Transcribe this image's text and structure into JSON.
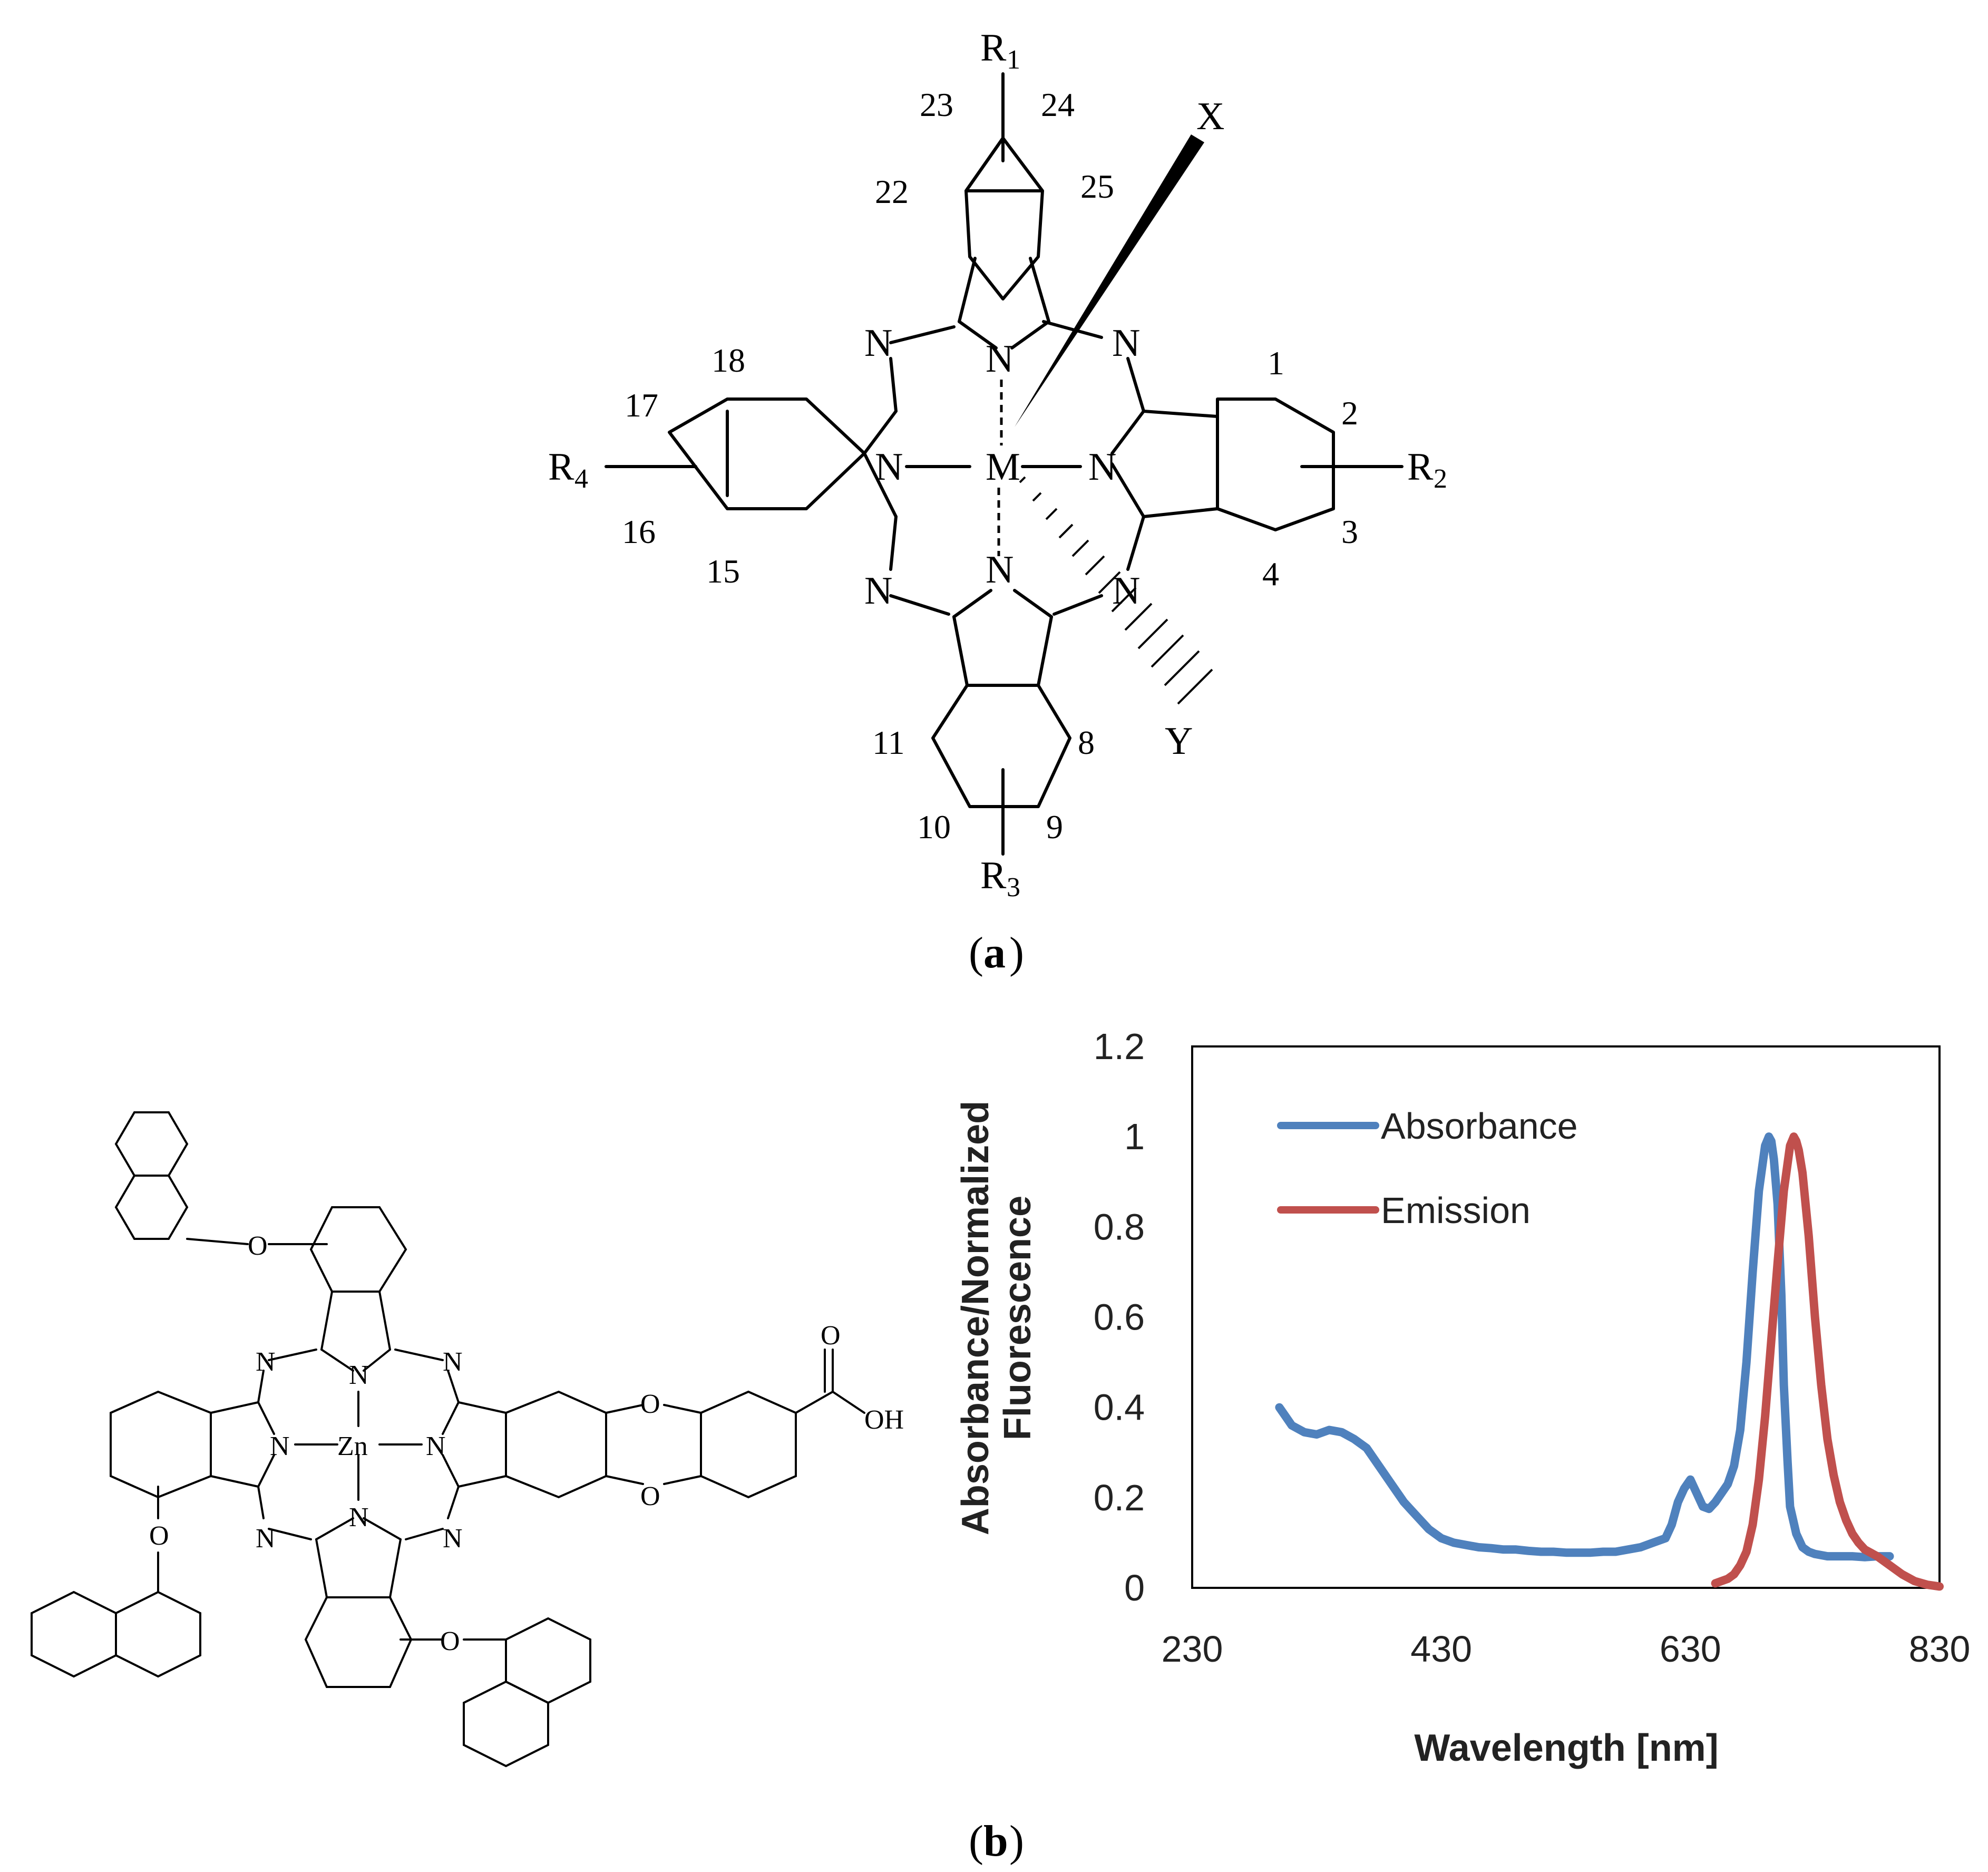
{
  "figure": {
    "panel_a_label": "a",
    "panel_b_label": "b"
  },
  "structure_a": {
    "metal": "M",
    "axial_ligands": [
      "X",
      "Y"
    ],
    "nitrogen": "N",
    "substituents": [
      "R1",
      "R2",
      "R3",
      "R4"
    ],
    "position_numbers": [
      "1",
      "2",
      "3",
      "4",
      "8",
      "9",
      "10",
      "11",
      "15",
      "16",
      "17",
      "18",
      "22",
      "23",
      "24",
      "25"
    ]
  },
  "structure_b": {
    "metal": "Zn",
    "nitrogen": "N",
    "oxygen": "O",
    "hydroxyl": "OH"
  },
  "chart_data": {
    "type": "line",
    "xlabel": "Wavelength [nm]",
    "ylabel_lines": [
      "Absorbance/Normalized",
      "Fluorescence"
    ],
    "xlim": [
      230,
      830
    ],
    "ylim": [
      0,
      1.2
    ],
    "x_ticks": [
      "230",
      "430",
      "630",
      "830"
    ],
    "y_ticks": [
      "0",
      "0.2",
      "0.4",
      "0.6",
      "0.8",
      "1",
      "1.2"
    ],
    "grid": false,
    "legend_position": "top-left",
    "series": [
      {
        "name": "Absorbance",
        "color": "#4F81BD",
        "x": [
          300,
          305,
          310,
          320,
          330,
          340,
          350,
          360,
          370,
          380,
          390,
          400,
          410,
          420,
          430,
          440,
          450,
          460,
          470,
          480,
          490,
          500,
          510,
          520,
          530,
          540,
          550,
          560,
          570,
          580,
          590,
          600,
          610,
          615,
          620,
          625,
          630,
          635,
          640,
          645,
          650,
          655,
          660,
          665,
          670,
          675,
          680,
          685,
          690,
          693,
          695,
          697,
          700,
          703,
          705,
          708,
          710,
          715,
          720,
          725,
          730,
          740,
          750,
          760,
          770,
          780,
          790
        ],
        "y": [
          0.4,
          0.38,
          0.36,
          0.345,
          0.34,
          0.35,
          0.345,
          0.33,
          0.31,
          0.27,
          0.23,
          0.19,
          0.16,
          0.13,
          0.11,
          0.1,
          0.095,
          0.09,
          0.088,
          0.085,
          0.085,
          0.082,
          0.08,
          0.08,
          0.078,
          0.078,
          0.078,
          0.08,
          0.08,
          0.085,
          0.09,
          0.1,
          0.11,
          0.14,
          0.19,
          0.22,
          0.24,
          0.21,
          0.18,
          0.175,
          0.19,
          0.21,
          0.23,
          0.27,
          0.35,
          0.5,
          0.7,
          0.88,
          0.98,
          1.0,
          0.99,
          0.95,
          0.85,
          0.65,
          0.45,
          0.28,
          0.18,
          0.12,
          0.09,
          0.08,
          0.075,
          0.07,
          0.07,
          0.07,
          0.068,
          0.07,
          0.07
        ]
      },
      {
        "name": "Emission",
        "color": "#C0504D",
        "x": [
          650,
          660,
          665,
          670,
          675,
          680,
          685,
          690,
          695,
          700,
          705,
          710,
          713,
          715,
          717,
          720,
          725,
          730,
          735,
          740,
          745,
          750,
          755,
          760,
          765,
          770,
          780,
          790,
          800,
          810,
          820,
          830
        ],
        "y": [
          0.01,
          0.02,
          0.03,
          0.05,
          0.08,
          0.14,
          0.24,
          0.38,
          0.55,
          0.72,
          0.88,
          0.98,
          1.0,
          0.99,
          0.97,
          0.92,
          0.78,
          0.6,
          0.45,
          0.33,
          0.25,
          0.19,
          0.15,
          0.12,
          0.1,
          0.085,
          0.07,
          0.05,
          0.03,
          0.015,
          0.007,
          0.003
        ]
      }
    ]
  }
}
